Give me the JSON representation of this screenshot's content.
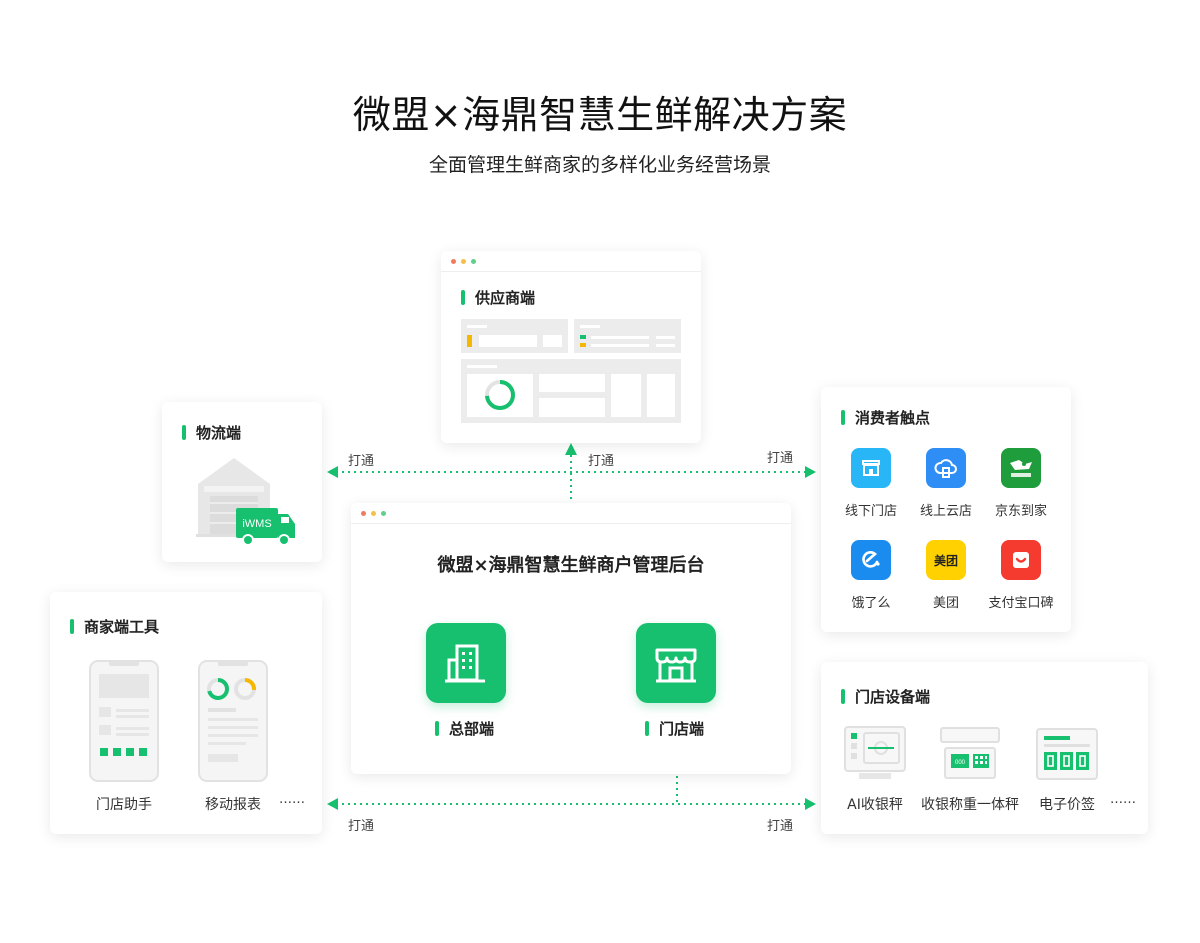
{
  "header": {
    "title": "微盟×海鼎智慧生鲜解决方案",
    "subtitle": "全面管理生鲜商家的多样化业务经营场景"
  },
  "colors": {
    "accent": "#16c06e",
    "dot_red": "#f17c5b",
    "dot_yellow": "#f5c046",
    "dot_green": "#5fcf8c"
  },
  "supplier": {
    "title": "供应商端"
  },
  "logistics": {
    "title": "物流端",
    "badge": "iWMS"
  },
  "consumer": {
    "title": "消费者触点",
    "items": [
      {
        "label": "线下门店",
        "icon": "store-icon",
        "color": "#29b6f6"
      },
      {
        "label": "线上云店",
        "icon": "cloud-shop-icon",
        "color": "#2e8ef5"
      },
      {
        "label": "京东到家",
        "icon": "jd-daojia-icon",
        "color": "#1f9d3d"
      },
      {
        "label": "饿了么",
        "icon": "eleme-icon",
        "color": "#1a8cf0"
      },
      {
        "label": "美团",
        "icon": "meituan-icon",
        "color": "#ffd100",
        "icon_text": "美团"
      },
      {
        "label": "支付宝口碑",
        "icon": "koubei-icon",
        "color": "#f53b2f"
      }
    ]
  },
  "merchant_tools": {
    "title": "商家端工具",
    "items": [
      {
        "label": "门店助手"
      },
      {
        "label": "移动报表"
      }
    ],
    "more": "……"
  },
  "backend": {
    "title": "微盟×海鼎智慧生鲜商户管理后台",
    "items": [
      {
        "label": "总部端",
        "icon": "building-icon"
      },
      {
        "label": "门店端",
        "icon": "storefront-icon"
      }
    ]
  },
  "devices": {
    "title": "门店设备端",
    "items": [
      {
        "label": "AI收银秤"
      },
      {
        "label": "收银称重一体秤"
      },
      {
        "label": "电子价签"
      }
    ],
    "more": "……",
    "scale_display": "000"
  },
  "connectors": {
    "label": "打通"
  }
}
